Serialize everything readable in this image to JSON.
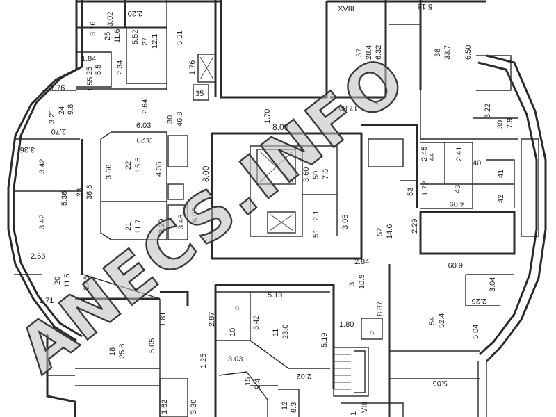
{
  "watermark": {
    "text": "ANECS.INFO"
  },
  "rooms": [
    {
      "id": "26",
      "area": "11.6",
      "dim": "3.02"
    },
    {
      "id": "27",
      "area": "12.1",
      "dim": "5.52"
    },
    {
      "id": "25",
      "area": "5.5",
      "dim": "1.84"
    },
    {
      "id": "24",
      "area": "9.8",
      "dim": "3.21"
    },
    {
      "id": "30",
      "area": "46.8",
      "dim": "6.03"
    },
    {
      "id": "37",
      "area": "28.4",
      "dim": "6.32"
    },
    {
      "id": "38",
      "area": "33.7",
      "dim": "6.50"
    },
    {
      "id": "39",
      "area": "7.9",
      "dim": "3.22"
    },
    {
      "id": "22",
      "area": "15.6",
      "dim": "3.66"
    },
    {
      "id": "23",
      "area": "36.6",
      "dim": "5.36"
    },
    {
      "id": "21",
      "area": "11.7",
      "dim": "3.29"
    },
    {
      "id": "50",
      "area": "7.6",
      "dim": "3.60"
    },
    {
      "id": "51",
      "area": "",
      "dim": ""
    },
    {
      "id": "52",
      "area": "14.6",
      "dim": "2.29"
    },
    {
      "id": "20",
      "area": "11.5",
      "dim": "2.63"
    },
    {
      "id": "3",
      "area": "10.9",
      "dim": "2.84"
    },
    {
      "id": "54",
      "area": "52.4",
      "dim": "8.87"
    },
    {
      "id": "18",
      "area": "25.8",
      "dim": "5.05"
    },
    {
      "id": "11",
      "area": "23.0",
      "dim": "5.13"
    },
    {
      "id": "10",
      "area": "",
      "dim": "2.87"
    },
    {
      "id": "9",
      "area": "",
      "dim": ""
    },
    {
      "id": "15",
      "area": "9.4",
      "dim": "3.03"
    },
    {
      "id": "12",
      "area": "8.3",
      "dim": ""
    },
    {
      "id": "35",
      "area": "",
      "dim": ""
    },
    {
      "id": "44",
      "area": "",
      "dim": "2.45"
    },
    {
      "id": "40",
      "area": "",
      "dim": "2.41"
    },
    {
      "id": "41",
      "area": "",
      "dim": ""
    },
    {
      "id": "42",
      "area": "",
      "dim": ""
    },
    {
      "id": "43",
      "area": "",
      "dim": "1.72"
    },
    {
      "id": "53",
      "area": "",
      "dim": ""
    },
    {
      "id": "2",
      "area": "",
      "dim": "1.80"
    },
    {
      "id": "1",
      "area": "",
      "dim": ""
    }
  ],
  "dims": {
    "d_3_16": "3.16",
    "d_2_20": "2.20",
    "d_5_51": "5.51",
    "d_1_76a": "1.76",
    "d_1_55": "1.55",
    "d_2_34": "2.34",
    "d_1_76b": "1.76",
    "d_2_64": "2.64",
    "d_2_70": "2.70",
    "d_3_36": "3.36",
    "d_3_42a": "3.42",
    "d_3_42b": "3.42",
    "d_3_20": "3.20",
    "d_4_36": "4.36",
    "d_6_05": "6.05",
    "d_8_00": "8.00",
    "d_8_03": "8.03",
    "d_1_70": "1.70",
    "d_17_80": "17.80",
    "d_5_18": "5.18",
    "d_3_05": "3.05",
    "d_4_09": "4.09",
    "d_6_09": "6.09",
    "d_3_04": "3.04",
    "d_2_26": "2.26",
    "d_5_04": "5.04",
    "d_5_05": "5.05",
    "d_3_42c": "3.42",
    "d_5_19": "5.19",
    "d_2_02": "2.02",
    "d_1_81": "1.81",
    "d_1_25": "1.25",
    "d_1_62": "1.62",
    "d_3_30": "3.30",
    "d_3_46": "3.46",
    "d_1_71": "1.71",
    "d_3_48": "3.48",
    "d_xviii": "XVIII",
    "d_viii": "VIII",
    "d_2_1": "2.1"
  }
}
